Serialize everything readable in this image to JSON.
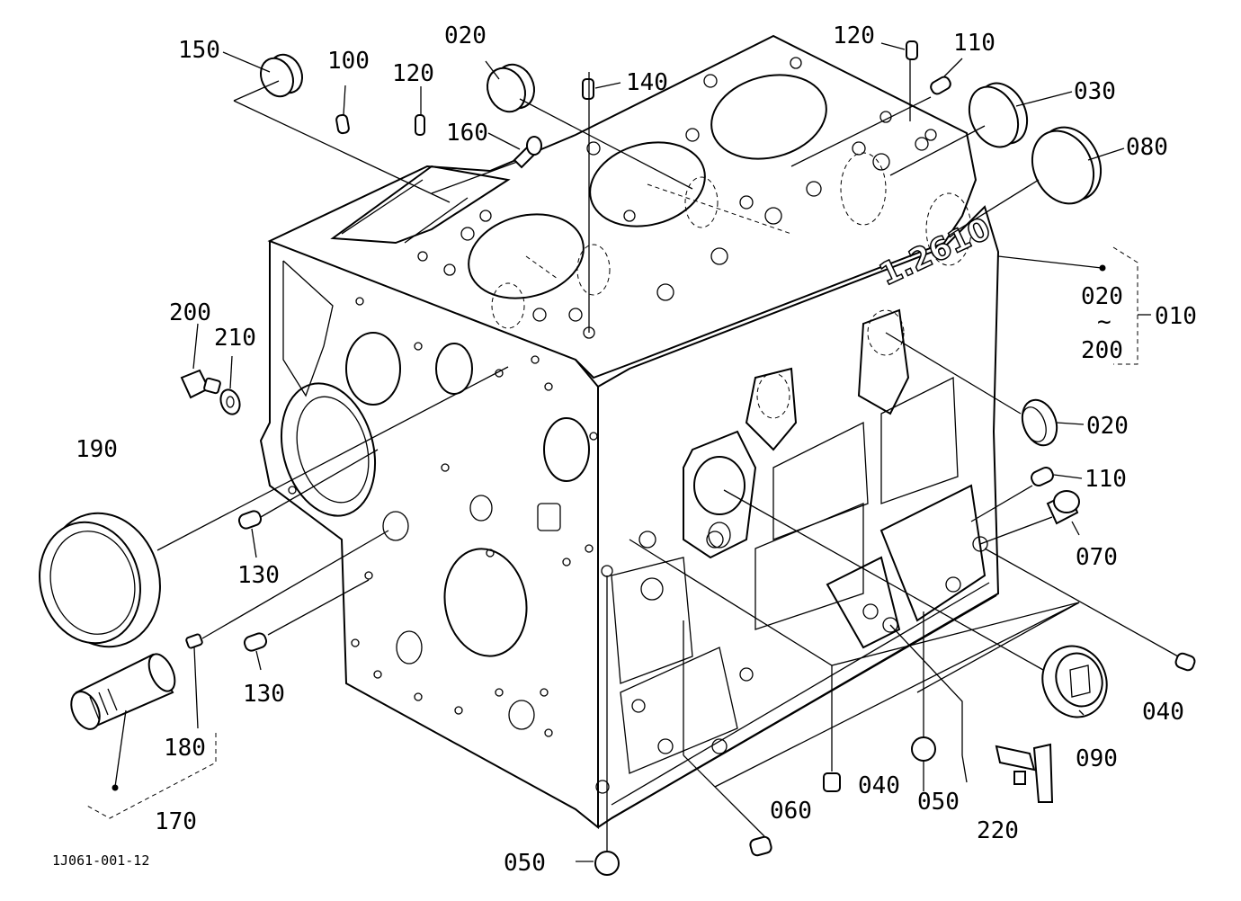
{
  "drawing_code": "1J061-001-12",
  "block_stamp": "1.2610",
  "callouts": {
    "c150": "150",
    "c100": "100",
    "c120a": "120",
    "c020a": "020",
    "c140": "140",
    "c160": "160",
    "c120b": "120",
    "c110a": "110",
    "c030": "030",
    "c080": "080",
    "c020b": "020",
    "c020c": "020",
    "c200b": "200",
    "c010": "010",
    "c200a": "200",
    "c210": "210",
    "c190": "190",
    "c130a": "130",
    "c130b": "130",
    "c180": "180",
    "c170": "170",
    "c110b": "110",
    "c070": "070",
    "c040a": "040",
    "c090": "090",
    "c040b": "040",
    "c050a": "050",
    "c050b": "050",
    "c060": "060",
    "c220": "220"
  },
  "range_separator": "~"
}
